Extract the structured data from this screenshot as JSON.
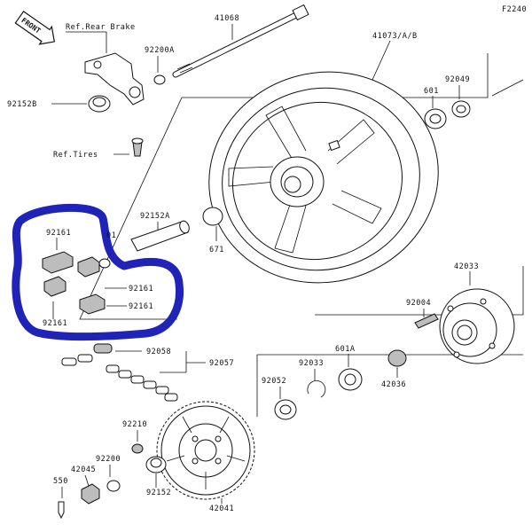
{
  "figure_code": "F2240",
  "front_badge": "FRONT",
  "labels": {
    "ref_rear_brake": "Ref.Rear Brake",
    "ref_tires": "Ref.Tires",
    "p41068": "41068",
    "p41073": "41073/A/B",
    "p92200a": "92200A",
    "p92152b": "92152B",
    "p601_top": "601",
    "p92049": "92049",
    "p92152a": "92152A",
    "p671": "671",
    "p92161_a": "92161",
    "p92161_b": "92161",
    "p92161_c": "92161",
    "p92161_d": "92161",
    "p92161_partial": "01",
    "p42033": "42033",
    "p92004": "92004",
    "p92058": "92058",
    "p92057": "92057",
    "p92033": "92033",
    "p601a": "601A",
    "p92052": "92052",
    "p42036": "42036",
    "p92210": "92210",
    "p92200": "92200",
    "p42045": "42045",
    "p550": "550",
    "p92152": "92152",
    "p42041": "42041"
  },
  "colors": {
    "highlight": "#1f23b8",
    "line": "#111111",
    "part_fill": "#ffffff",
    "shade": "#bdbdbd"
  }
}
